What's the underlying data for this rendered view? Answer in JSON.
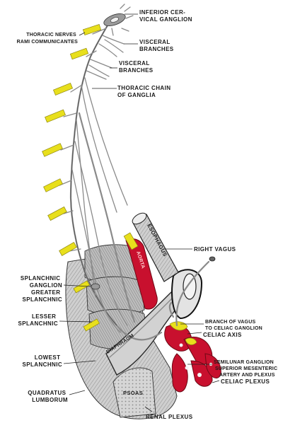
{
  "labels": {
    "inferior_cervical_ganglion": [
      "INFERIOR CER-",
      "VICAL GANGLION"
    ],
    "thoracic_nerves": [
      "THORACIC NERVES",
      "RAMI COMMUNICANTES"
    ],
    "visceral_branches_upper": [
      "VISCERAL",
      "BRANCHES"
    ],
    "visceral_branches_lower": [
      "VISCERAL",
      "BRANCHES"
    ],
    "thoracic_chain": [
      "THORACIC CHAIN",
      "OF GANGLIA"
    ],
    "esophagus": "ESOPHAGUS",
    "aorta": "AORTA",
    "right_vagus": "RIGHT VAGUS",
    "splanchnic_ganglion": [
      "SPLANCHNIC",
      "GANGLION"
    ],
    "greater_splanchnic": [
      "GREATER",
      "SPLANCHNIC"
    ],
    "lesser_splanchnic": [
      "LESSER",
      "SPLANCHNIC"
    ],
    "branch_of_vagus": [
      "BRANCH OF VAGUS",
      "TO CELIAC GANGLION"
    ],
    "celiac_axis": "CELIAC AXIS",
    "lowest_splanchnic": [
      "LOWEST",
      "SPLANCHNIC"
    ],
    "diaphragm": "DIAPHRAGM",
    "semilunar_ganglion": [
      "SEMILUNAR GANGLION",
      "SUPERIOR MESENTERIC",
      "ARTERY AND PLEXUS"
    ],
    "celiac_plexus": "CELIAC PLEXUS",
    "quadratus_lumborum": [
      "QUADRATUS",
      "LUMBORUM"
    ],
    "psoas": "PSOAS",
    "renal_plexus": "RENAL PLEXUS"
  },
  "colors": {
    "nerve_root": "#e8df1c",
    "artery": "#c8102e",
    "nerve": "#8a8a8a",
    "tissue": "#c9c9c9",
    "ink": "#1a1a1a"
  }
}
